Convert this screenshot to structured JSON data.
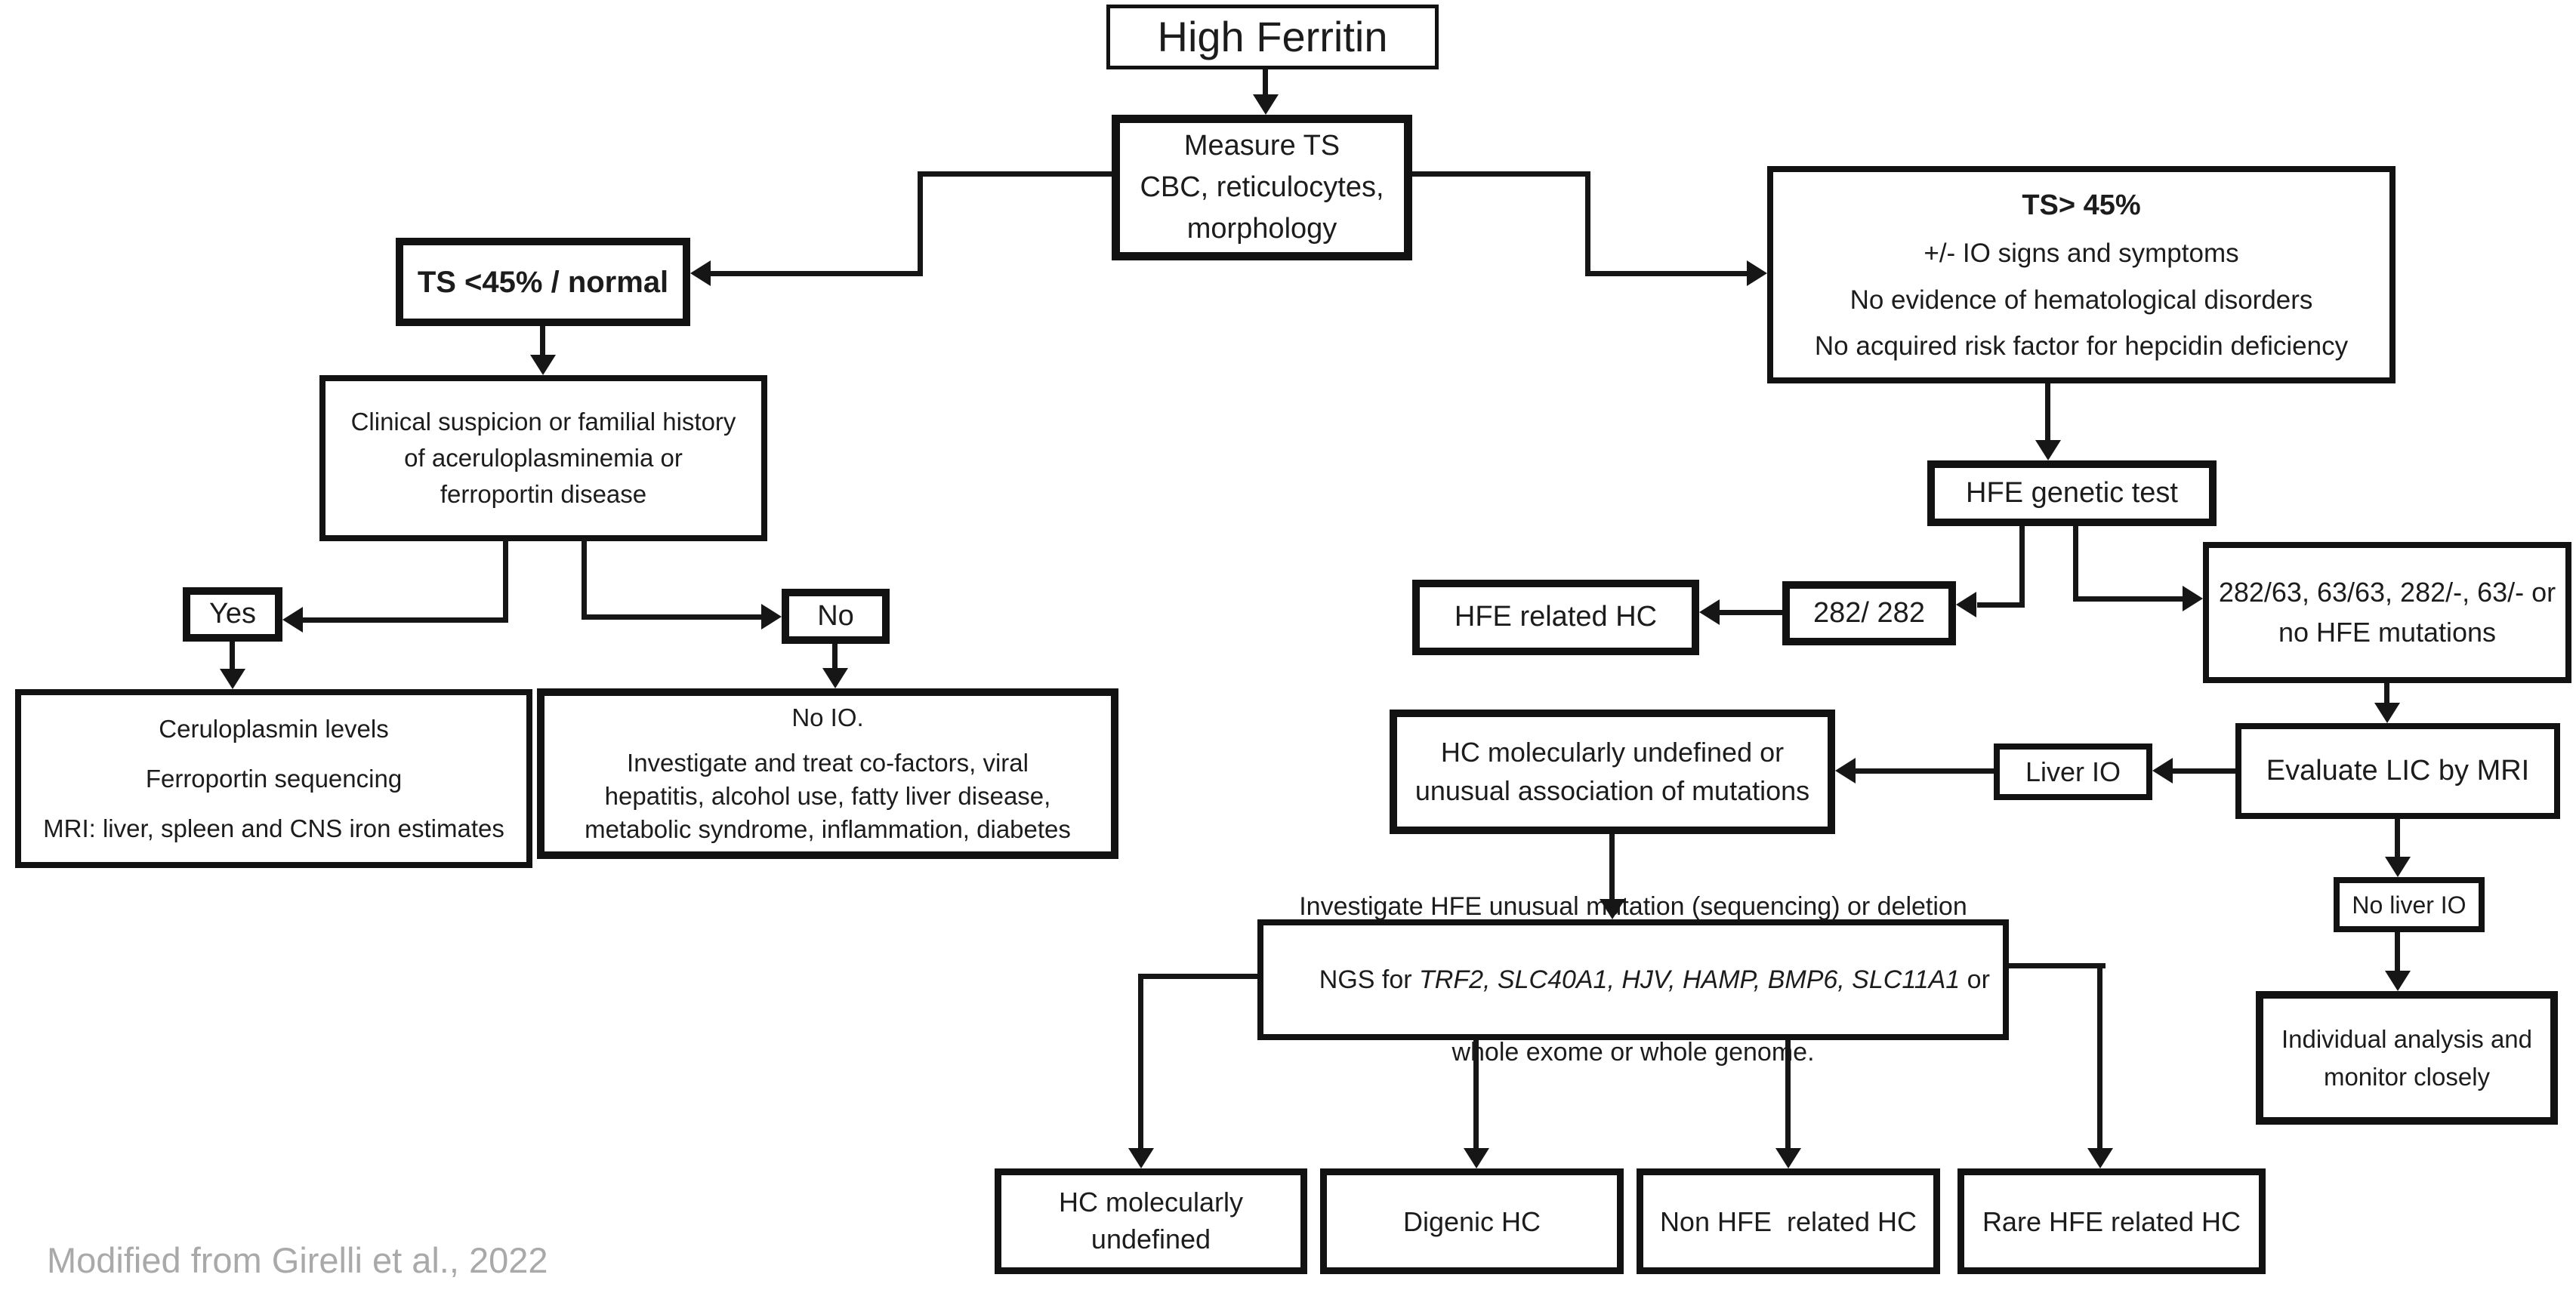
{
  "canvas": {
    "background": "#ffffff",
    "line_color": "#161616",
    "text_color": "#1c1c1c"
  },
  "nodes": {
    "high_ferritin": {
      "label": "High Ferritin"
    },
    "measure_ts": {
      "lines": [
        "Measure TS",
        "CBC, reticulocytes,",
        "morphology"
      ]
    },
    "ts_low": {
      "label": "TS <45% / normal"
    },
    "clinical_suspicion": {
      "lines": [
        "Clinical suspicion or familial history",
        "of aceruloplasminemia or",
        "ferroportin disease"
      ]
    },
    "yes": {
      "label": "Yes"
    },
    "no": {
      "label": "No"
    },
    "ceruloplasmin": {
      "lines": [
        "Ceruloplasmin levels",
        "Ferroportin sequencing",
        "MRI: liver, spleen and CNS iron estimates"
      ]
    },
    "no_io": {
      "title": "No IO.",
      "lines": [
        "Investigate and treat co-factors, viral",
        "hepatitis, alcohol use, fatty liver disease,",
        "metabolic syndrome, inflammation, diabetes"
      ]
    },
    "ts_high": {
      "title": "TS> 45%",
      "lines": [
        "+/- IO signs and symptoms",
        "No evidence of hematological disorders",
        "No acquired risk factor for hepcidin deficiency"
      ]
    },
    "hfe_genetic_test": {
      "label": "HFE genetic test"
    },
    "hfe_related_hc": {
      "label": "HFE related HC"
    },
    "genotype_282_282": {
      "label": "282/ 282"
    },
    "genotype_other": {
      "lines": [
        "282/63, 63/63, 282/-, 63/- or",
        "no HFE mutations"
      ]
    },
    "hc_undefined_assoc": {
      "lines": [
        "HC molecularly undefined or",
        "unusual association of mutations"
      ]
    },
    "liver_io": {
      "label": "Liver IO"
    },
    "evaluate_lic": {
      "label": "Evaluate LIC by MRI"
    },
    "no_liver_io": {
      "label": "No liver IO"
    },
    "individual_analysis": {
      "lines": [
        "Individual analysis and",
        "monitor closely"
      ]
    },
    "investigate_ngs": {
      "line1": "Investigate HFE unusual mutation (sequencing) or deletion",
      "line2_prefix": "NGS for ",
      "line2_genes": "TRF2, SLC40A1, HJV, HAMP, BMP6, SLC11A1",
      "line2_suffix": " or",
      "line3": "whole exome or whole genome."
    },
    "hc_molecularly_undefined": {
      "lines": [
        "HC molecularly",
        "undefined"
      ]
    },
    "digenic_hc": {
      "label": "Digenic HC"
    },
    "non_hfe_hc": {
      "label": "Non HFE  related HC"
    },
    "rare_hfe_hc": {
      "label": "Rare HFE related HC"
    }
  },
  "footer": {
    "citation": "Modified from Girelli et al., 2022",
    "color": "#a9a9a9"
  }
}
